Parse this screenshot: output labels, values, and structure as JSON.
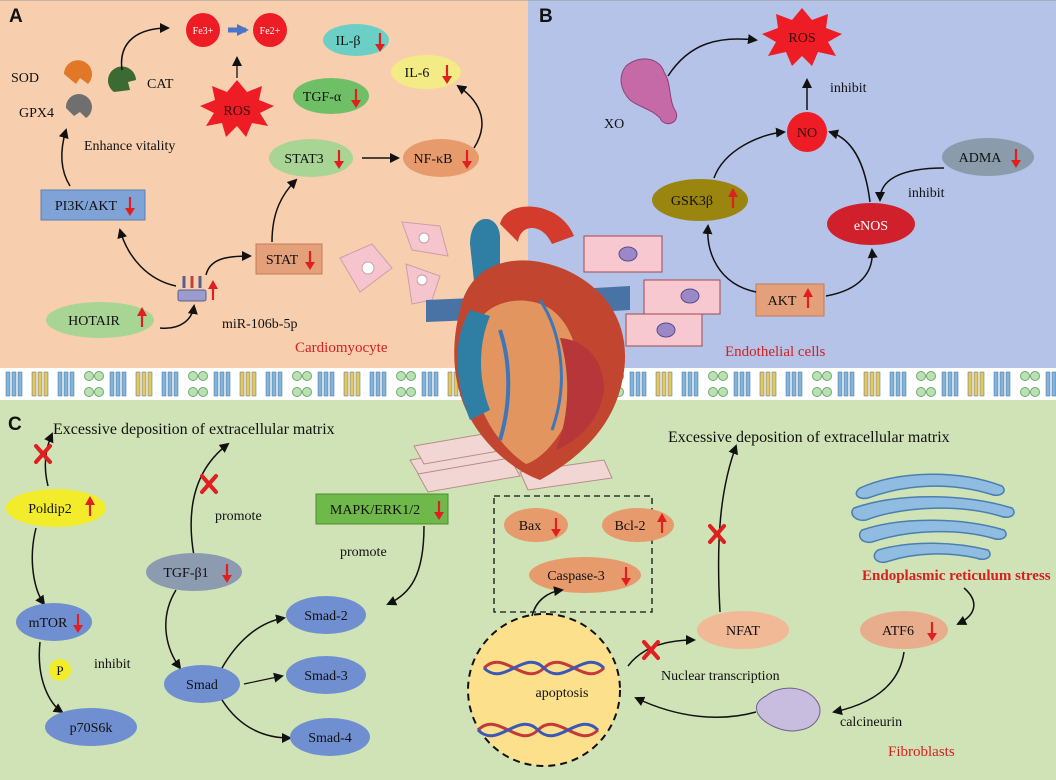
{
  "panels": {
    "a": {
      "letter": "A",
      "caption": "Cardiomyocyte"
    },
    "b": {
      "letter": "B",
      "caption": "Endothelial cells"
    },
    "c": {
      "letter": "C",
      "caption": "Fibroblasts"
    }
  },
  "nodes_a": {
    "fe3": "Fe3+",
    "fe2": "Fe2+",
    "ros": "ROS",
    "sod": "SOD",
    "cat": "CAT",
    "gpx4": "GPX4",
    "enhance": "Enhance vitality",
    "il_beta": "IL-β",
    "tgf_alpha": "TGF-α",
    "il6": "IL-6",
    "stat3": "STAT3",
    "nfkb": "NF-κB",
    "pi3k": "PI3K/AKT",
    "stat": "STAT",
    "hotair": "HOTAIR",
    "mir": "miR-106b-5p"
  },
  "nodes_b": {
    "ros": "ROS",
    "xo": "XO",
    "inhibit1": "inhibit",
    "no": "NO",
    "adma": "ADMA",
    "inhibit2": "inhibit",
    "gsk": "GSK3β",
    "enos": "eNOS",
    "akt": "AKT"
  },
  "nodes_c": {
    "excess_left": "Excessive deposition of extracellular matrix",
    "excess_right": "Excessive deposition of extracellular matrix",
    "poldip2": "Poldip2",
    "mtor": "mTOR",
    "p": "P",
    "inhibit": "inhibit",
    "p70": "p70S6k",
    "promote1": "promote",
    "tgfb1": "TGF-β1",
    "mapk": "MAPK/ERK1/2",
    "promote2": "promote",
    "smad2": "Smad-2",
    "smad": "Smad",
    "smad3": "Smad-3",
    "smad4": "Smad-4",
    "bax": "Bax",
    "bcl2": "Bcl-2",
    "casp3": "Caspase-3",
    "apoptosis": "apoptosis",
    "nfat": "NFAT",
    "nuclear": "Nuclear transcription",
    "ers": "Endoplasmic reticulum stress",
    "atf6": "ATF6",
    "calcineurin": "calcineurin"
  },
  "colors": {
    "panel_a_bg": "#f7cfae",
    "panel_b_bg": "#b4c3e7",
    "panel_c_bg": "#cfe3b6",
    "up_down_arrow": "#e02020",
    "caption_red": "#d42020",
    "ros_red": "#ee1c24"
  },
  "icons": [
    "heart-illustration",
    "cell-membrane-band",
    "endoplasmic-reticulum-icon",
    "dna-helix-icon",
    "red-x-block-icon"
  ]
}
